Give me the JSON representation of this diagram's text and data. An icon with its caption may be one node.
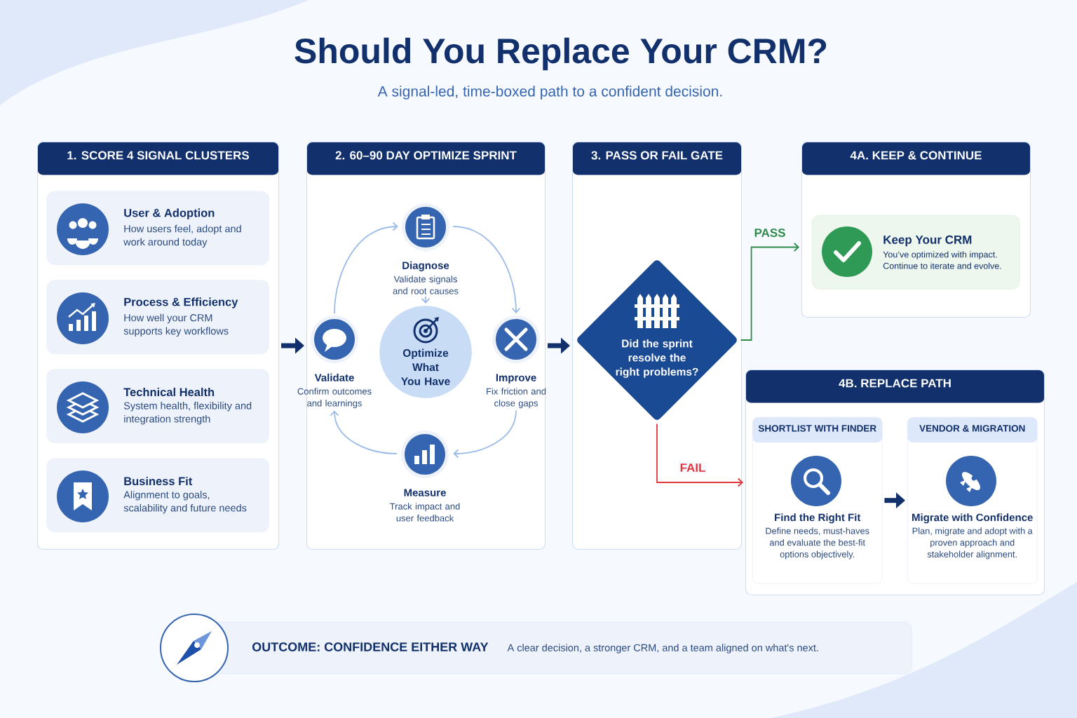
{
  "diagram": {
    "title": "Should You Replace Your CRM?",
    "labels": [
      "A signal-led, time-boxed path to a confident decision."
    ],
    "nodes": [
      {
        "text": [
          "1. SCORE 4 SIGNAL CLUSTERS"
        ]
      },
      {
        "text": [
          "User & Adoption",
          "How users feel, adopt and work around today"
        ],
        "in": 0
      },
      {
        "text": [
          "Process & Efficiency",
          "How well your CRM supports key workflows"
        ],
        "in": 0
      },
      {
        "text": [
          "Technical Health",
          "System health, flexibility and integration strength"
        ],
        "in": 0
      },
      {
        "text": [
          "Business Fit",
          "Alignment to goals, scalability and future needs"
        ],
        "in": 0
      },
      {
        "text": [
          "2. 60–90 DAY OPTIMIZE SPRINT"
        ]
      },
      {
        "text": [
          "Diagnose",
          "Validate signals and root causes"
        ],
        "in": 5
      },
      {
        "text": [
          "Improve",
          "Fix friction and close gaps"
        ],
        "in": 5
      },
      {
        "text": [
          "Measure",
          "Track impact and user feedback"
        ],
        "in": 5
      },
      {
        "text": [
          "Validate",
          "Confirm outcomes and learnings"
        ],
        "in": 5
      },
      {
        "text": [
          "Optimize What You Have"
        ],
        "in": 5
      },
      {
        "text": [
          "3. PASS OR FAIL GATE"
        ]
      },
      {
        "text": [
          "Did the sprint resolve the right problems?"
        ],
        "in": 11
      },
      {
        "text": [
          "4A. KEEP & CONTINUE"
        ]
      },
      {
        "text": [
          "Keep Your CRM",
          "You’ve optimized with impact. Continue to iterate and evolve."
        ],
        "in": 13
      },
      {
        "text": [
          "4B. REPLACE PATH"
        ]
      },
      {
        "text": [
          "SHORTLIST WITH FINDER",
          "Find the Right Fit",
          "Define needs, must-haves and evaluate the best-fit options objectively."
        ],
        "in": 15
      },
      {
        "text": [
          "VENDOR & MIGRATION",
          "Migrate with Confidence",
          "Plan, migrate and adopt with a proven approach and stakeholder alignment."
        ],
        "in": 15
      },
      {
        "text": [
          "OUTCOME: CONFIDENCE EITHER WAY",
          "A clear decision, a stronger CRM, and a team aligned on what's next."
        ]
      }
    ],
    "edges": [
      {
        "from": 0,
        "to": 5,
        "arrow": "to",
        "style": "thick",
        "color": "#12306b"
      },
      {
        "from": 5,
        "to": 11,
        "arrow": "to",
        "style": "thick",
        "color": "#12306b"
      },
      {
        "from": 9,
        "to": 6,
        "arrow": "to",
        "color": "#9bbbe8"
      },
      {
        "from": 6,
        "to": 7,
        "arrow": "to",
        "color": "#9bbbe8"
      },
      {
        "from": 7,
        "to": 8,
        "arrow": "to",
        "color": "#9bbbe8"
      },
      {
        "from": 8,
        "to": 9,
        "arrow": "to",
        "color": "#9bbbe8"
      },
      {
        "from": 6,
        "to": 10,
        "arrow": "to",
        "color": "#9bbbe8"
      },
      {
        "from": 12,
        "to": 13,
        "arrow": "to",
        "label": "PASS",
        "color": "#2e8b4a"
      },
      {
        "from": 12,
        "to": 15,
        "arrow": "to",
        "label": "FAIL",
        "color": "#e0363c"
      },
      {
        "from": 16,
        "to": 17,
        "arrow": "to",
        "style": "thick",
        "color": "#12306b"
      }
    ]
  }
}
